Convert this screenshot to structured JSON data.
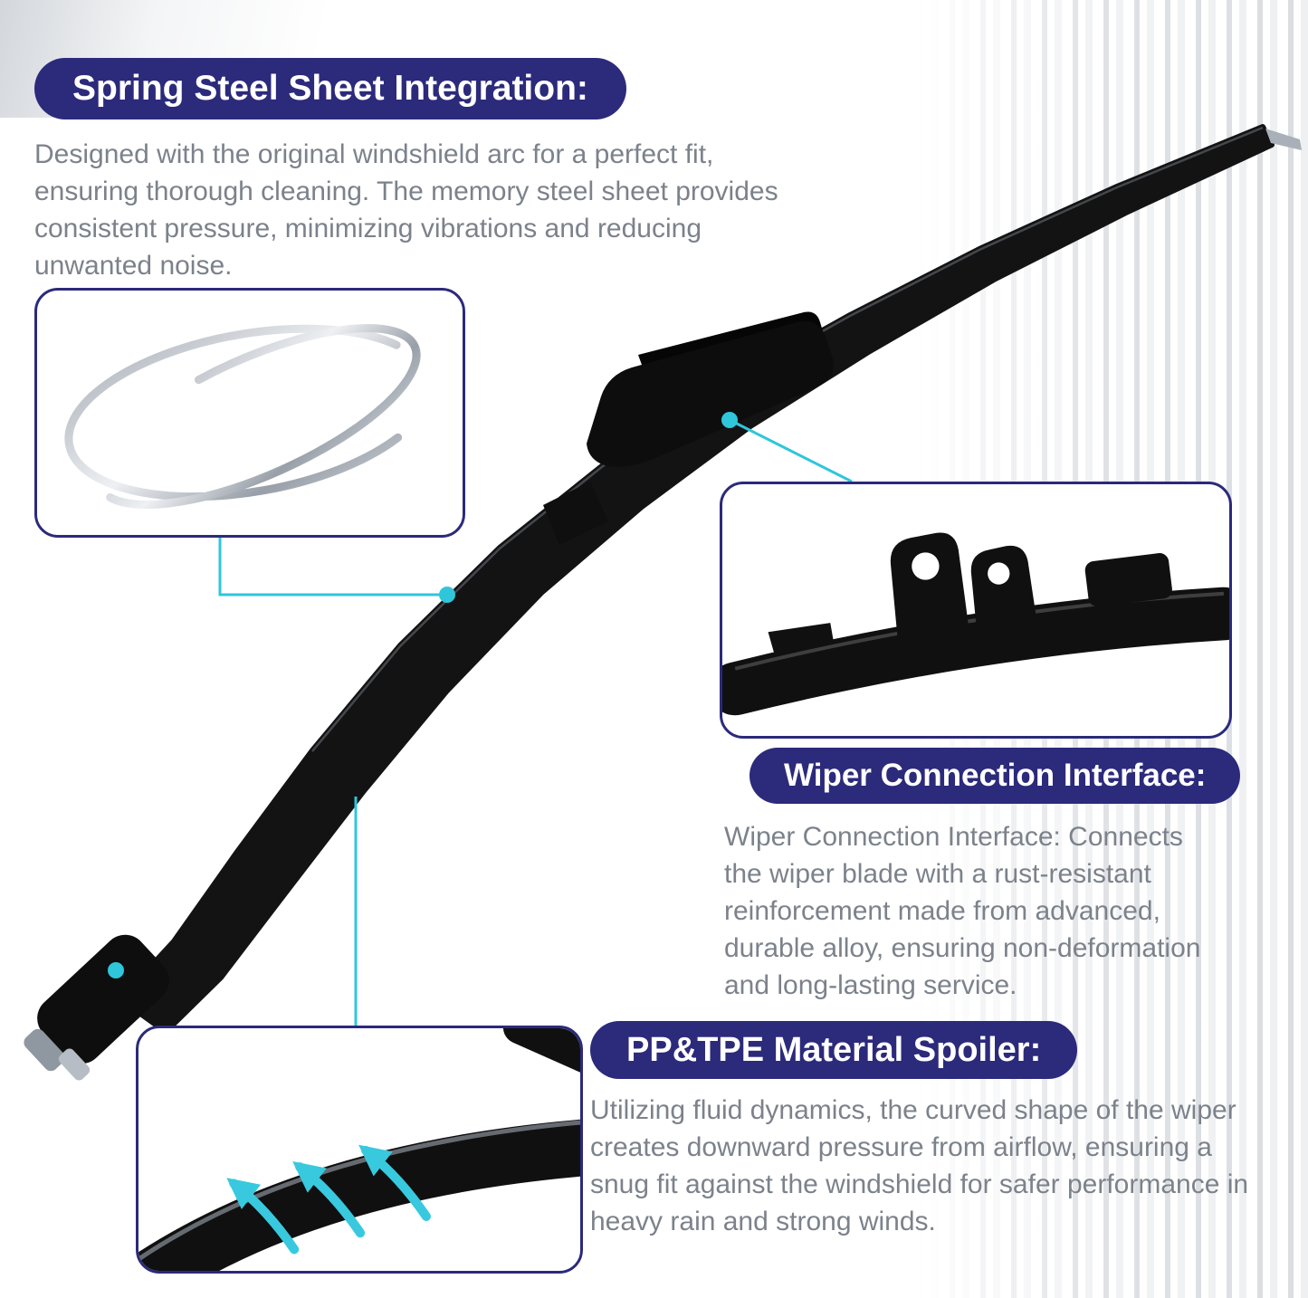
{
  "colors": {
    "pill_navy": "#2c2a7b",
    "body_text_gray": "#7c828b",
    "callout_cyan": "#2fc6db",
    "blade_black": "#131313",
    "background": "#ffffff"
  },
  "sections": {
    "spring_steel": {
      "title": "Spring Steel Sheet Integration:",
      "body": "Designed with the original windshield arc for a perfect fit, ensuring thorough cleaning. The memory steel sheet provides consistent pressure, minimizing vibrations and reducing unwanted noise."
    },
    "connection_interface": {
      "title": "Wiper Connection Interface:",
      "body": "Wiper Connection Interface: Connects the wiper blade with a rust-resistant reinforcement made from advanced, durable alloy, ensuring non-deformation and long-lasting service."
    },
    "spoiler": {
      "title": "PP&TPE Material Spoiler:",
      "body": "Utilizing fluid dynamics, the curved shape of the wiper creates downward pressure from airflow, ensuring a snug fit against the windshield for safer performance in heavy rain and strong winds."
    }
  },
  "illustrations": {
    "wiper_blade": "full curved beam wiper blade with center adapter",
    "spring_steel_image": "two curled spring steel sheets",
    "connector_image": "close-up of blade spine with metal connection claws",
    "spoiler_image": "spoiler curve with three upward airflow arrows"
  }
}
